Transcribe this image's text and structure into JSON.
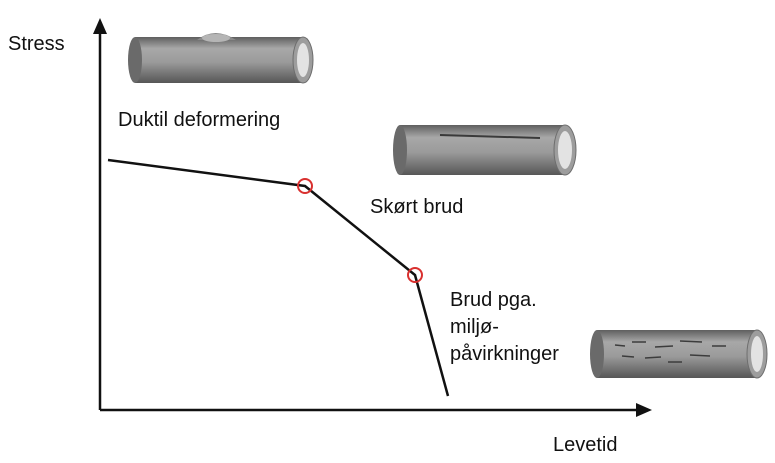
{
  "axes": {
    "y_label": "Stress",
    "x_label": "Levetid"
  },
  "regions": {
    "ductile": "Duktil deformering",
    "brittle": "Skørt brud",
    "environmental_line1": "Brud pga.",
    "environmental_line2": "miljø-",
    "environmental_line3": "påvirkninger"
  },
  "colors": {
    "curve": "#111111",
    "marker": "#d9302f",
    "pipe": "#8f8f8f"
  },
  "icons": [
    "pipe-bulge-icon",
    "pipe-crack-icon",
    "pipe-cracks-icon"
  ]
}
